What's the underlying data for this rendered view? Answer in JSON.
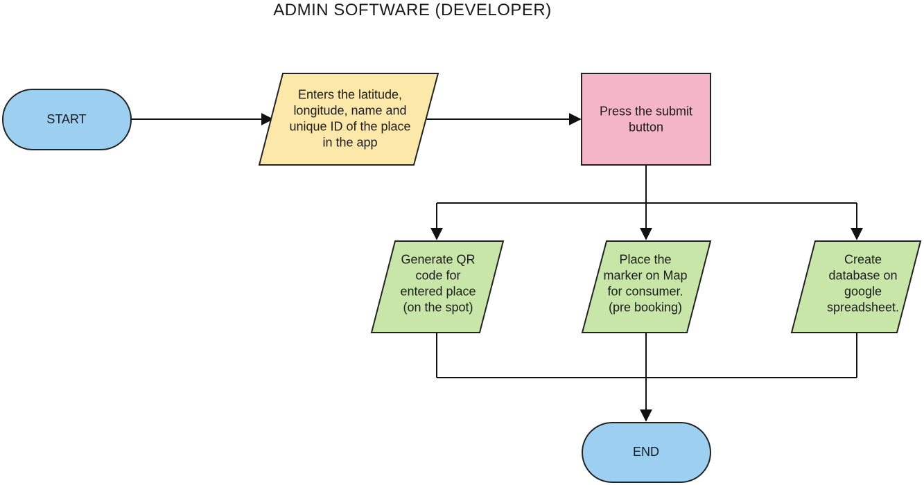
{
  "title": "ADMIN SOFTWARE (DEVELOPER)",
  "colors": {
    "terminal": "#9dd0f0",
    "input": "#fce8a8",
    "process": "#f4b5c8",
    "output": "#c8e6a8",
    "stroke": "#222222"
  },
  "nodes": {
    "start": {
      "lines": [
        "START"
      ]
    },
    "enter": {
      "lines": [
        "Enters the latitude,",
        "longitude, name and",
        "unique ID of the place",
        "in the app"
      ]
    },
    "submit": {
      "lines": [
        "Press the submit",
        "button"
      ]
    },
    "qr": {
      "lines": [
        "Generate QR",
        "code for",
        "entered place",
        "(on the spot)"
      ]
    },
    "marker": {
      "lines": [
        "Place the",
        "marker on Map",
        "for consumer.",
        "(pre booking)"
      ]
    },
    "db": {
      "lines": [
        "Create",
        "database on",
        "google",
        "spreadsheet."
      ]
    },
    "end": {
      "lines": [
        "END"
      ]
    }
  }
}
